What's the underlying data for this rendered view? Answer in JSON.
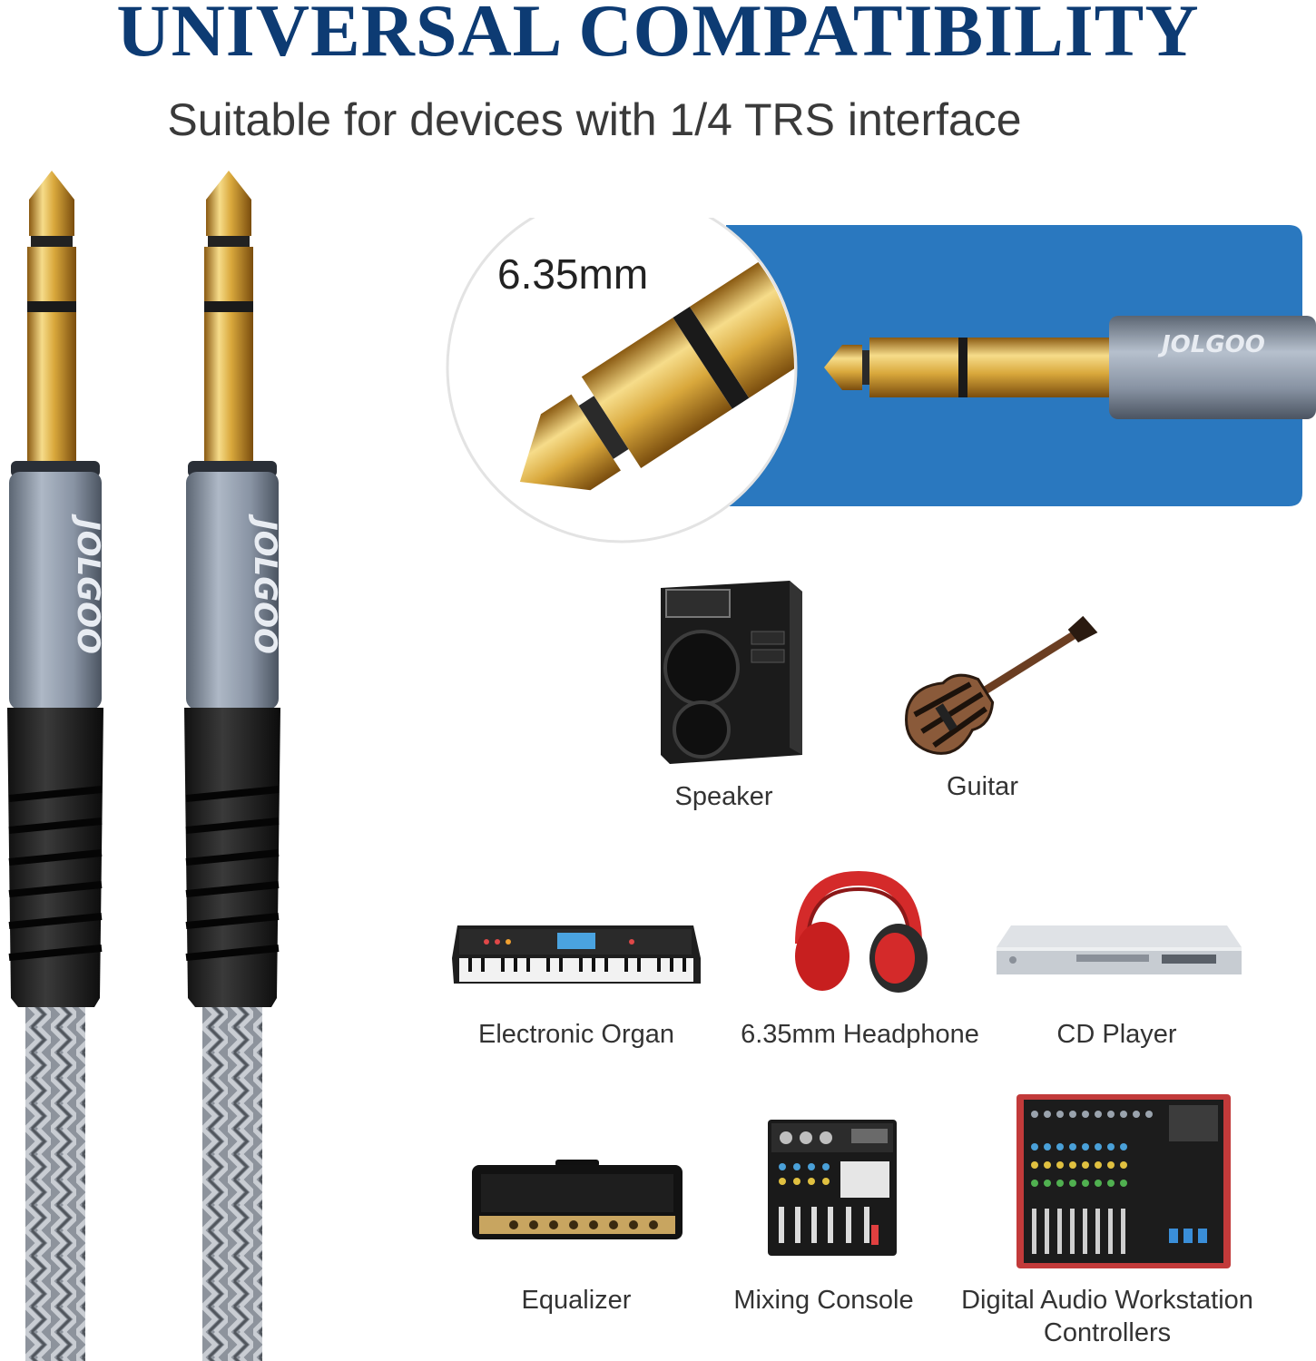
{
  "headline": "UNIVERSAL COMPATIBILITY",
  "subheadline": "Suitable for devices with 1/4 TRS interface",
  "connector": {
    "size_label": "6.35mm",
    "brand": "JOLGOO"
  },
  "devices": [
    {
      "name": "Speaker"
    },
    {
      "name": "Guitar"
    },
    {
      "name": "Electronic Organ"
    },
    {
      "name": "6.35mm Headphone"
    },
    {
      "name": "CD Player"
    },
    {
      "name": "Equalizer"
    },
    {
      "name": "Mixing Console"
    },
    {
      "name": "Digital Audio Workstation Controllers",
      "lines": [
        "Digital Audio Workstation",
        "Controllers"
      ]
    }
  ],
  "colors": {
    "headline": "#0d3b73",
    "panel_blue": "#2a78bf",
    "gold": "#e0b64a",
    "shell_gray": "#8e9aab"
  }
}
